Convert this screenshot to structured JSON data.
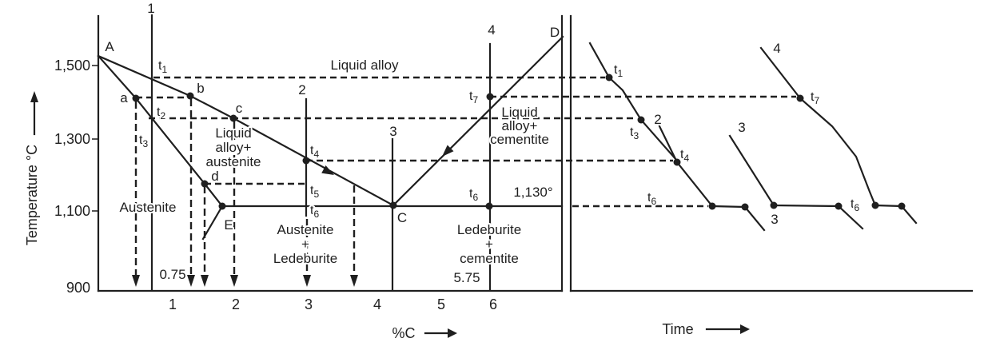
{
  "colors": {
    "ink": "#1f1f1f",
    "paper": "#ffffff"
  },
  "temps": {
    "t1": {
      "base": "t",
      "sub": "1"
    },
    "t2": {
      "base": "t",
      "sub": "2"
    },
    "t3": {
      "base": "t",
      "sub": "3"
    },
    "t4": {
      "base": "t",
      "sub": "4"
    },
    "t5": {
      "base": "t",
      "sub": "5"
    },
    "t6": {
      "base": "t",
      "sub": "6"
    },
    "t7": {
      "base": "t",
      "sub": "7"
    }
  },
  "phase_diagram": {
    "y_axis_title": "Temperature °C",
    "x_axis_title": "%C",
    "y_ticks": [
      "1,500",
      "1,300",
      "1,100",
      "900"
    ],
    "x_ticks": [
      "1",
      "2",
      "3",
      "4",
      "5",
      "6"
    ],
    "alloy_lines": {
      "1": "1",
      "2": "2",
      "3": "3",
      "4": "4"
    },
    "points": {
      "A": "A",
      "a": "a",
      "b": "b",
      "c": "c",
      "d": "d",
      "E": "E",
      "C": "C",
      "D": "D"
    },
    "regions": {
      "liquid_alloy": "Liquid alloy",
      "liquid_austenite": [
        "Liquid",
        "alloy+",
        "austenite"
      ],
      "austenite": "Austenite",
      "austenite_ledeburite": [
        "Austenite",
        "+",
        "Ledeburite"
      ],
      "liquid_cementite": [
        "Liquid",
        "alloy+",
        "cementite"
      ],
      "ledeburite_cementite": [
        "Ledeburite",
        "+",
        "cementite"
      ]
    },
    "annotations": {
      "eutectic_temperature": "1,130°",
      "composition_left": "0.75",
      "composition_right": "5.75"
    }
  },
  "cooling_curves": {
    "x_axis_title": "Time",
    "curve_labels": {
      "curve2": "2",
      "curve3": "3",
      "curve4": "4",
      "curve3_end": "3"
    }
  }
}
